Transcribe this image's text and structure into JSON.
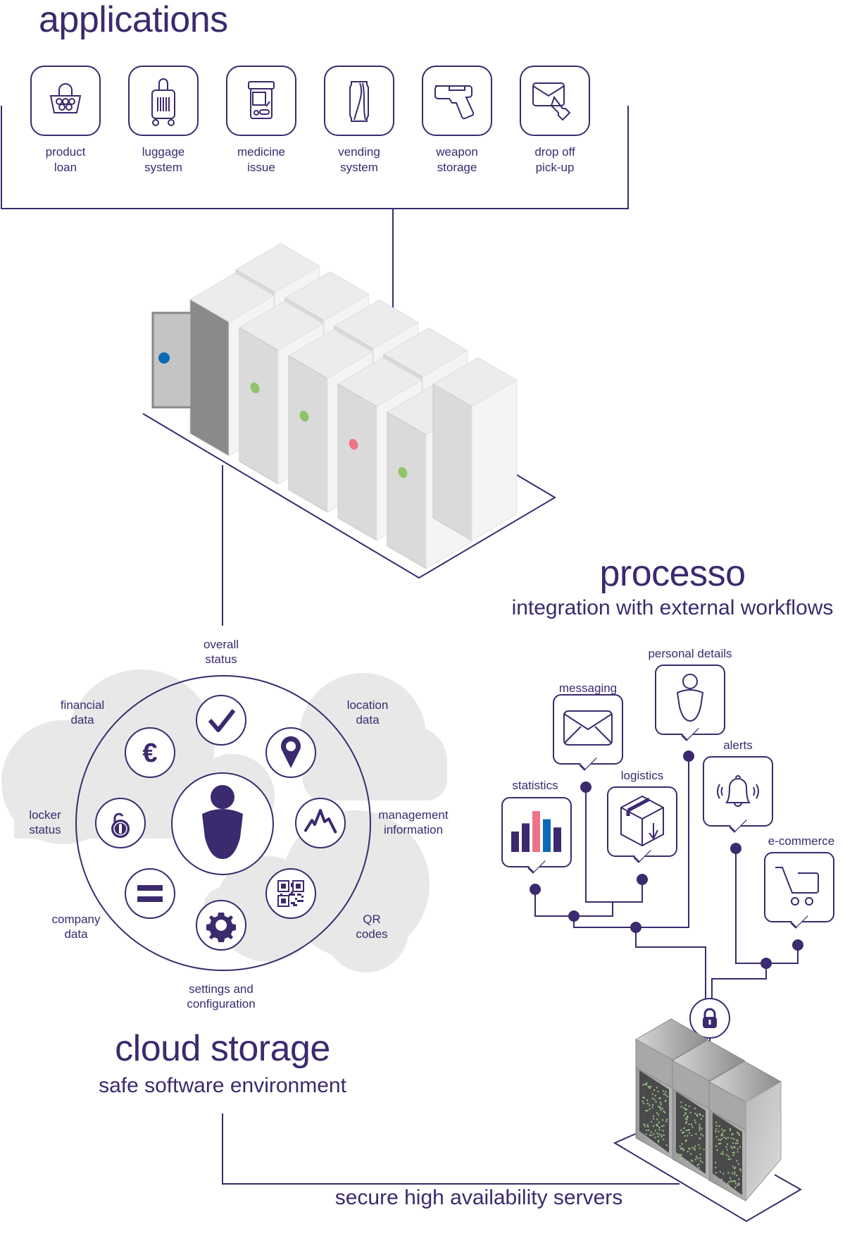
{
  "colors": {
    "brand": "#3b2a6e",
    "cloud": "#e8e8e8",
    "status_green": "#8cc46b",
    "status_red": "#ee7388",
    "status_blue": "#0a6ab5",
    "stat_pink": "#ee7388",
    "stat_blue": "#0a6ab5"
  },
  "applications": {
    "title": "applications",
    "items": [
      {
        "icon": "shopping-basket-icon",
        "line1": "product",
        "line2": "loan"
      },
      {
        "icon": "luggage-icon",
        "line1": "luggage",
        "line2": "system"
      },
      {
        "icon": "medicine-jar-icon",
        "line1": "medicine",
        "line2": "issue"
      },
      {
        "icon": "soda-can-icon",
        "line1": "vending",
        "line2": "system"
      },
      {
        "icon": "pistol-icon",
        "line1": "weapon",
        "line2": "storage"
      },
      {
        "icon": "envelope-hand-icon",
        "line1": "drop off",
        "line2": "pick-up"
      }
    ]
  },
  "locker_bank": {
    "door_status": [
      "blue",
      "green",
      "green",
      "red",
      "green"
    ]
  },
  "cloud_storage": {
    "title": "cloud storage",
    "subtitle": "safe software environment",
    "segments": [
      {
        "icon": "checkmark-icon",
        "line1": "overall",
        "line2": "status"
      },
      {
        "icon": "location-pin-icon",
        "line1": "location",
        "line2": "data"
      },
      {
        "icon": "mountain-graph-icon",
        "line1": "management",
        "line2": "information"
      },
      {
        "icon": "qr-code-icon",
        "line1": "QR",
        "line2": "codes"
      },
      {
        "icon": "gear-icon",
        "line1": "settings and",
        "line2": "configuration"
      },
      {
        "icon": "equals-icon",
        "line1": "company",
        "line2": "data"
      },
      {
        "icon": "open-padlock-icon",
        "line1": "locker",
        "line2": "status"
      },
      {
        "icon": "euro-icon",
        "line1": "financial",
        "line2": "data"
      }
    ],
    "center_icon": "user-icon"
  },
  "processo": {
    "title": "processo",
    "subtitle": "integration with external workflows",
    "items": [
      {
        "icon": "envelope-icon",
        "label": "messaging"
      },
      {
        "icon": "user-outline-icon",
        "label": "personal details"
      },
      {
        "icon": "bar-chart-icon",
        "label": "statistics"
      },
      {
        "icon": "package-icon",
        "label": "logistics"
      },
      {
        "icon": "bell-icon",
        "label": "alerts"
      },
      {
        "icon": "shopping-cart-icon",
        "label": "e-commerce"
      }
    ],
    "hub_icon": "padlock-icon"
  },
  "servers": {
    "label": "secure high availability servers"
  }
}
